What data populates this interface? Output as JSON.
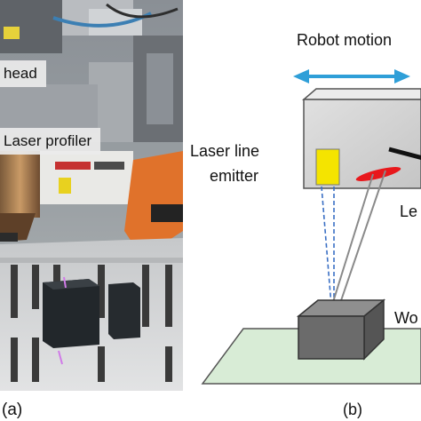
{
  "panel_a": {
    "labels": [
      "head",
      "Laser profiler"
    ],
    "letter": "(a)"
  },
  "panel_b": {
    "robot_motion": "Robot motion",
    "emitter_line1": "Laser line",
    "emitter_line2": "emitter",
    "lens_partial": "Le",
    "workpiece_partial": "Wo",
    "letter": "(b)"
  },
  "colors": {
    "arrow": "#2f9fd8",
    "emitter": "#f4e400",
    "lens": "#e8181c",
    "sensor_box": "#d0d0d0",
    "workpiece": "#6b6b6b",
    "platform": "#d8ecd6",
    "blue_beam": "#3a6fc4",
    "grey_beam": "#8a8a8a"
  }
}
